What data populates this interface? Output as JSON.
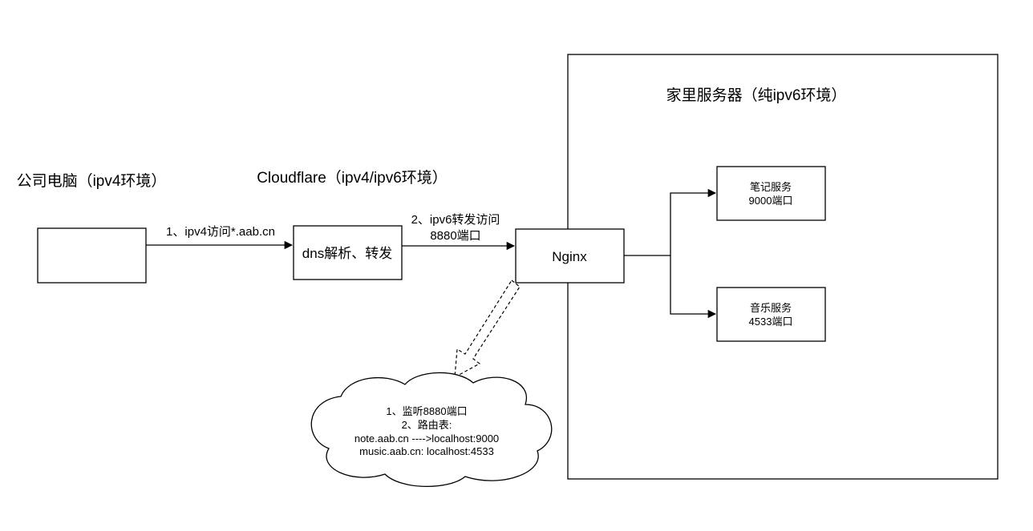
{
  "labels": {
    "company_pc_title": "公司电脑（ipv4环境）",
    "cloudflare_title": "Cloudflare（ipv4/ipv6环境）",
    "home_server_title": "家里服务器（纯ipv6环境）"
  },
  "nodes": {
    "company_pc": "",
    "dns_box": "dns解析、转发",
    "nginx_box": "Nginx",
    "note_service": [
      "笔记服务",
      "9000端口"
    ],
    "music_service": [
      "音乐服务",
      "4533端口"
    ]
  },
  "edges": {
    "step1": "1、ipv4访问*.aab.cn",
    "step2": [
      "2、ipv6转发访问",
      "8880端口"
    ]
  },
  "cloud_note": [
    "1、监听8880端口",
    "2、路由表:",
    "note.aab.cn ---->localhost:9000",
    "music.aab.cn:  localhost:4533"
  ]
}
